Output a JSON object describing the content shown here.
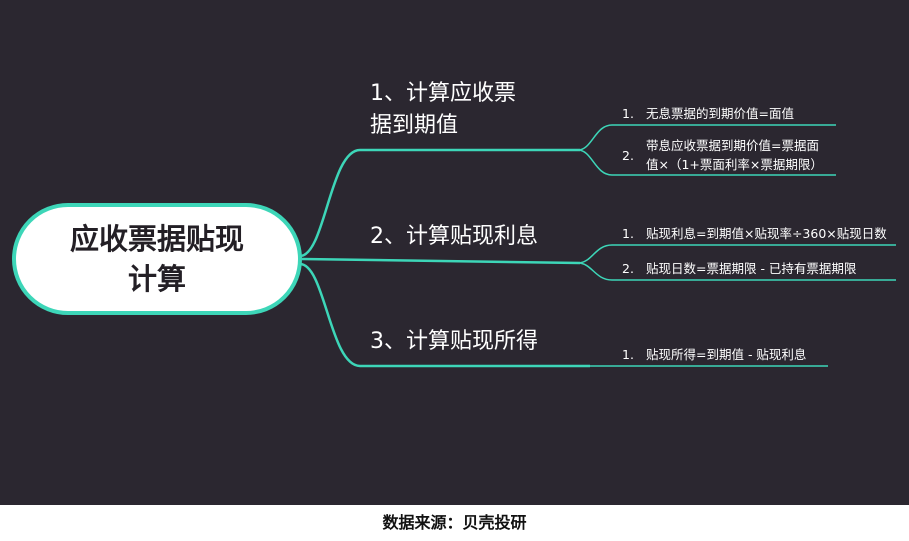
{
  "root": {
    "title": "应收票据贴现计算"
  },
  "branches": [
    {
      "label": "1、计算应收票\n据到期值",
      "leaves": [
        {
          "num": "1.",
          "text": "无息票据的到期价值=面值"
        },
        {
          "num": "2.",
          "text": "带息应收票据到期价值=票据面\n值×（1+票面利率×票据期限）"
        }
      ]
    },
    {
      "label": "2、计算贴现利息",
      "leaves": [
        {
          "num": "1.",
          "text": "贴现利息=到期值×贴现率÷360×贴现日数"
        },
        {
          "num": "2.",
          "text": "贴现日数=票据期限 - 已持有票据期限"
        }
      ]
    },
    {
      "label": "3、计算贴现所得",
      "leaves": [
        {
          "num": "1.",
          "text": "贴现所得=到期值 - 贴现利息"
        }
      ]
    }
  ],
  "footer": {
    "source": "数据来源：贝壳投研"
  },
  "colors": {
    "background": "#2b2730",
    "connector": "#3dd6b8",
    "root_fill": "#ffffff",
    "text": "#ffffff"
  }
}
